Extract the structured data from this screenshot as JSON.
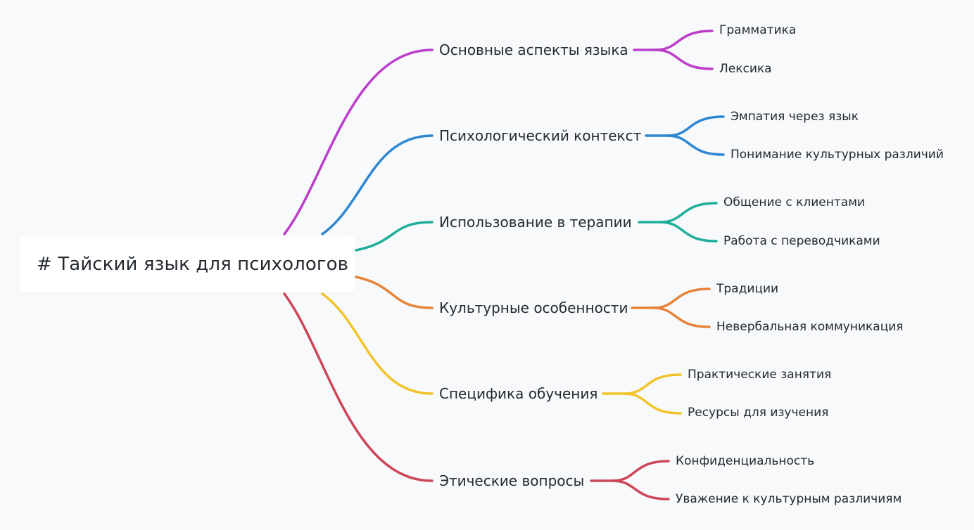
{
  "root": {
    "label": "# Тайский язык для психологов"
  },
  "branches": [
    {
      "label": "Основные аспекты языка",
      "color": "#bb3dc9",
      "children": [
        {
          "label": "Грамматика"
        },
        {
          "label": "Лексика"
        }
      ]
    },
    {
      "label": "Психологический контекст",
      "color": "#2f86d1",
      "children": [
        {
          "label": "Эмпатия через язык"
        },
        {
          "label": "Понимание культурных различий"
        }
      ]
    },
    {
      "label": "Использование в терапии",
      "color": "#1eae99",
      "children": [
        {
          "label": "Общение с клиентами"
        },
        {
          "label": "Работа с переводчиками"
        }
      ]
    },
    {
      "label": "Культурные особенности",
      "color": "#e5843a",
      "children": [
        {
          "label": "Традиции"
        },
        {
          "label": "Невербальная коммуникация"
        }
      ]
    },
    {
      "label": "Специфика обучения",
      "color": "#f2c32a",
      "children": [
        {
          "label": "Практические занятия"
        },
        {
          "label": "Ресурсы для изучения"
        }
      ]
    },
    {
      "label": "Этические вопросы",
      "color": "#cc4658",
      "children": [
        {
          "label": "Конфиденциальность"
        },
        {
          "label": "Уважение к культурным различиям"
        }
      ]
    }
  ]
}
